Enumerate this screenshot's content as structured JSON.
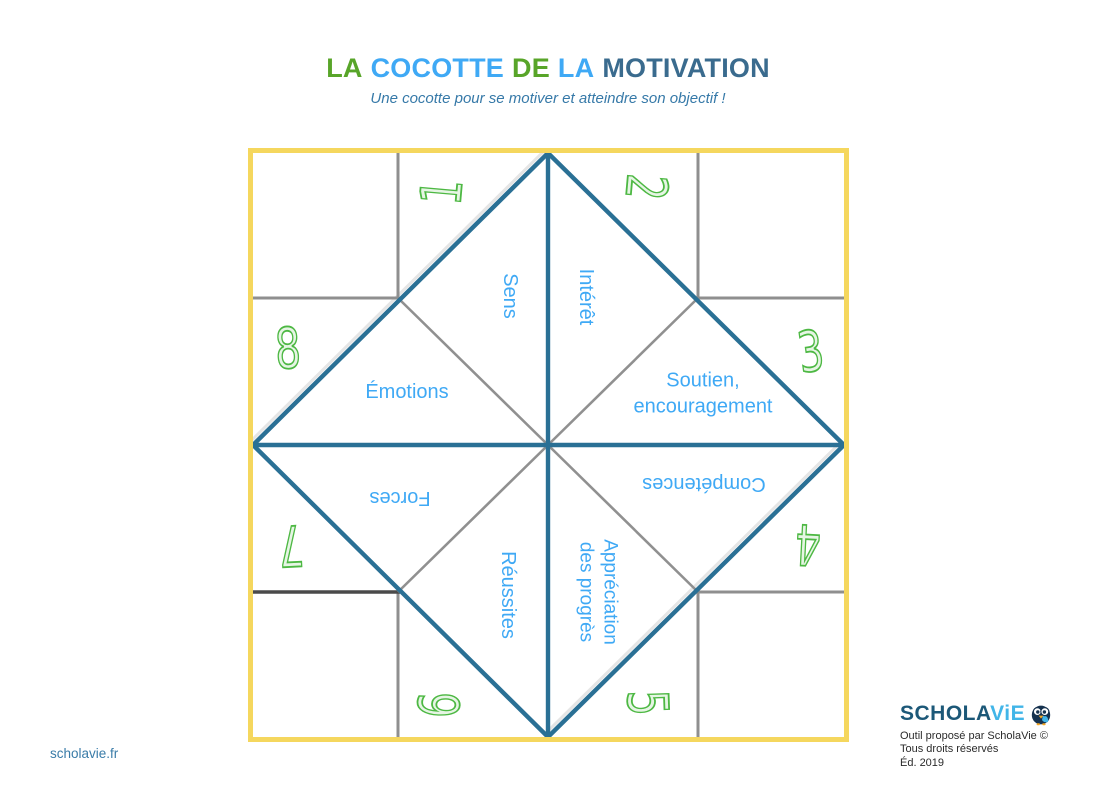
{
  "header": {
    "title_parts": [
      {
        "text": "LA",
        "color": "#58a529"
      },
      {
        "text": "COCOTTE",
        "color": "#3fa9f5"
      },
      {
        "text": "DE",
        "color": "#58a529"
      },
      {
        "text": "LA",
        "color": "#3fa9f5"
      },
      {
        "text": "MOTIVATION",
        "color": "#3a6b8e"
      }
    ],
    "subtitle": "Une cocotte pour se motiver et atteindre son objectif !"
  },
  "diagram": {
    "labels": {
      "sens": "Sens",
      "interet": "Intérêt",
      "emotions": "Émotions",
      "soutien_line1": "Soutien,",
      "soutien_line2": "encouragement",
      "forces": "Forces",
      "competences": "Compétences",
      "reussites": "Réussites",
      "appreciation_line1": "Appréciation",
      "appreciation_line2": "des progrès"
    },
    "numbers": [
      "1",
      "2",
      "3",
      "4",
      "5",
      "6",
      "7",
      "8"
    ]
  },
  "footer": {
    "website": "scholavie.fr",
    "logo": {
      "part1": "SCHOLA",
      "part2": "ViE"
    },
    "credits": [
      "Outil proposé par ScholaVie ©",
      "Tous droits réservés",
      "Éd. 2019"
    ]
  },
  "colors": {
    "border_yellow": "#f5d75e",
    "fold_blue": "#2a7095",
    "fold_gray": "#8f8f8f",
    "fold_gray_dark": "#4a4a4a",
    "label_blue": "#3fa9f5",
    "number_green": "#4db843",
    "title_green": "#58a529",
    "title_sky": "#3fa9f5",
    "title_dark": "#3a6b8e",
    "subtitle_blue": "#3679a8"
  }
}
